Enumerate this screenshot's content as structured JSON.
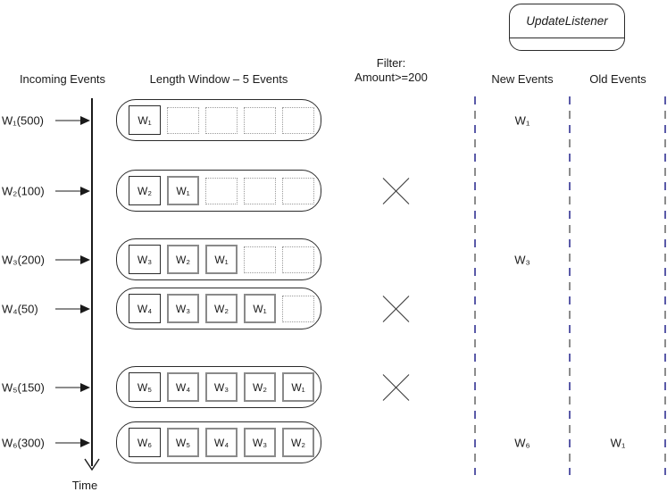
{
  "listener": {
    "title": "UpdateListener"
  },
  "columns": {
    "incoming": "Incoming Events",
    "window": "Length Window – 5 Events",
    "filter_line1": "Filter:",
    "filter_line2": "Amount>=200",
    "new_events": "New Events",
    "old_events": "Old Events"
  },
  "time_axis": {
    "label": "Time"
  },
  "colors": {
    "dash_blue": "#5a5aa8",
    "dash_gray": "#8c8c8c",
    "line_black": "#1a1a1a",
    "slot_border_gray": "#8a8a8a"
  },
  "rows": [
    {
      "label": "W₁(500)",
      "window_filled": [
        "W₁"
      ],
      "window_empty": 4,
      "filtered": false,
      "new_event": "W₁",
      "old_event": ""
    },
    {
      "label": "W₂(100)",
      "window_filled": [
        "W₂",
        "W₁"
      ],
      "window_empty": 3,
      "filtered": true,
      "new_event": "",
      "old_event": ""
    },
    {
      "label": "W₃(200)",
      "window_filled": [
        "W₃",
        "W₂",
        "W₁"
      ],
      "window_empty": 2,
      "filtered": false,
      "new_event": "W₃",
      "old_event": ""
    },
    {
      "label": "W₄(50)",
      "window_filled": [
        "W₄",
        "W₃",
        "W₂",
        "W₁"
      ],
      "window_empty": 1,
      "filtered": true,
      "new_event": "",
      "old_event": ""
    },
    {
      "label": "W₅(150)",
      "window_filled": [
        "W₅",
        "W₄",
        "W₃",
        "W₂",
        "W₁"
      ],
      "window_empty": 0,
      "filtered": true,
      "new_event": "",
      "old_event": ""
    },
    {
      "label": "W₆(300)",
      "window_filled": [
        "W₆",
        "W₅",
        "W₄",
        "W₃",
        "W₂"
      ],
      "window_empty": 0,
      "filtered": false,
      "new_event": "W₆",
      "old_event": "W₁"
    }
  ]
}
